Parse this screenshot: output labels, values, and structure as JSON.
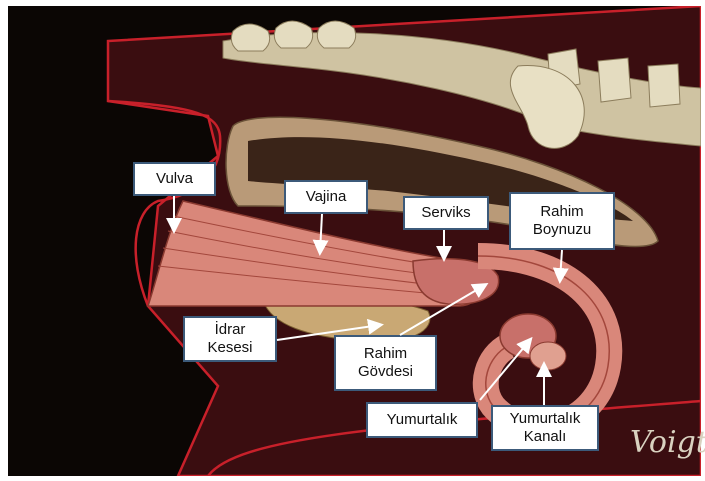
{
  "labels": {
    "vulva": "Vulva",
    "vajina": "Vajina",
    "serviks": "Serviks",
    "rahim_boynuzu": [
      "Rahim",
      "Boynuzu"
    ],
    "idrar_kesesi": [
      "İdrar",
      "Kesesi"
    ],
    "rahim_govdesi": [
      "Rahim",
      "Gövdesi"
    ],
    "yumurtalik": "Yumurtalık",
    "yumurtalik_kanali": [
      "Yumurtalık",
      "Kanalı"
    ]
  },
  "signature": "Voigt",
  "colors": {
    "background": "#0b0604",
    "skin": "#3a0d10",
    "outline": "#c8202a",
    "bone": "#d8ccaa",
    "tract": "#d9877a",
    "bladder": "#c9a874",
    "label_border": "#3c5a7a"
  }
}
